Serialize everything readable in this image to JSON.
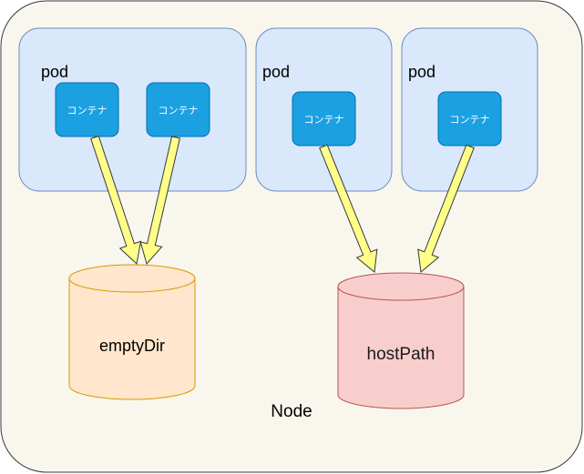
{
  "node": {
    "label": "Node",
    "fill": "#f9f7ed",
    "stroke": "#36393d"
  },
  "pods": [
    {
      "label": "pod",
      "containers": [
        "コンテナ",
        "コンテナ"
      ]
    },
    {
      "label": "pod",
      "containers": [
        "コンテナ"
      ]
    },
    {
      "label": "pod",
      "containers": [
        "コンテナ"
      ]
    }
  ],
  "volumes": {
    "empty_dir": {
      "label": "emptyDir",
      "fill": "#ffe6cc",
      "stroke": "#d79b00"
    },
    "host_path": {
      "label": "hostPath",
      "fill": "#f8cecc",
      "stroke": "#b85450"
    }
  },
  "colors": {
    "pod_fill": "#dae8fc",
    "pod_stroke": "#6c8ebf",
    "container_fill": "#1ba1e2",
    "container_stroke": "#006eaf",
    "arrow_fill": "#ffff88",
    "arrow_stroke": "#36393d"
  }
}
